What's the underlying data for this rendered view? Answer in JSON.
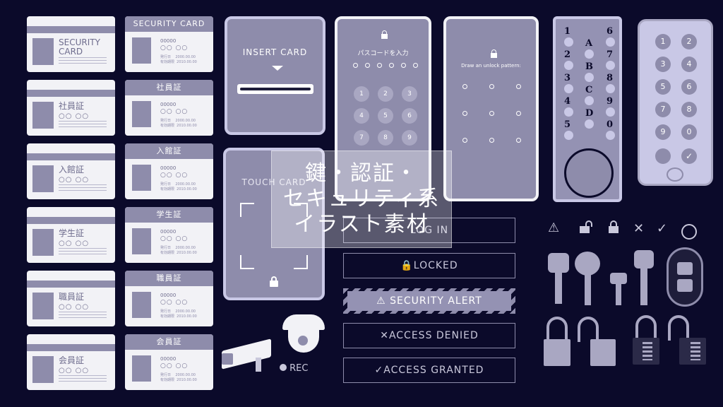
{
  "id_cards": [
    {
      "title": "SECURITY\nCARD",
      "sub": ""
    },
    {
      "title": "社員証",
      "sub": "○○ ○○"
    },
    {
      "title": "入館証",
      "sub": "○○ ○○"
    },
    {
      "title": "学生証",
      "sub": "○○ ○○"
    },
    {
      "title": "職員証",
      "sub": "○○ ○○"
    },
    {
      "title": "会員証",
      "sub": "○○ ○○"
    }
  ],
  "badge_cards": [
    {
      "title": "SECURITY CARD",
      "number": "00000",
      "name": "○○ ○○",
      "dates": "発行日    2000.00.00\n有効期限  2010.00.00"
    },
    {
      "title": "社員証",
      "number": "00000",
      "name": "○○ ○○",
      "dates": "発行日    2000.00.00\n有効期限  2010.00.00"
    },
    {
      "title": "入館証",
      "number": "00000",
      "name": "○○ ○○",
      "dates": "発行日    2000.00.00\n有効期限  2010.00.00"
    },
    {
      "title": "学生証",
      "number": "00000",
      "name": "○○ ○○",
      "dates": "発行日    2000.00.00\n有効期限  2010.00.00"
    },
    {
      "title": "職員証",
      "number": "00000",
      "name": "○○ ○○",
      "dates": "発行日    2000.00.00\n有効期限  2010.00.00"
    },
    {
      "title": "会員証",
      "number": "00000",
      "name": "○○ ○○",
      "dates": "発行日    2000.00.00\n有効期限  2010.00.00"
    }
  ],
  "insert_card": {
    "label": "INSERT CARD"
  },
  "touch_card": {
    "label": "TOUCH CARD"
  },
  "passcode": {
    "label": "パスコードを入力",
    "keys": [
      "1",
      "2",
      "3",
      "4",
      "5",
      "6",
      "7",
      "8",
      "9"
    ]
  },
  "pattern": {
    "label": "Draw an unlock pattern:"
  },
  "keypad_lock": {
    "numbers_left": [
      "1",
      "2",
      "3",
      "4",
      "5"
    ],
    "numbers_right": [
      "6",
      "7",
      "8",
      "9",
      "0"
    ],
    "letters": [
      "A",
      "B",
      "C",
      "D"
    ]
  },
  "digital_lock": {
    "keys": [
      "1",
      "2",
      "3",
      "4",
      "5",
      "6",
      "7",
      "8",
      "9",
      "0"
    ]
  },
  "status_bars": {
    "login": "LOG IN",
    "locked": "LOCKED",
    "alert": "SECURITY ALERT",
    "denied": "✕ACCESS DENIED",
    "granted": "✓ACCESS GRANTED"
  },
  "rec": "REC",
  "overlay_title": "鍵・認証・\nセキュリティ系\nイラスト素材",
  "colors": {
    "background": "#0b0a2a",
    "accent": "#8e8cab",
    "panel": "#c9c8db"
  }
}
